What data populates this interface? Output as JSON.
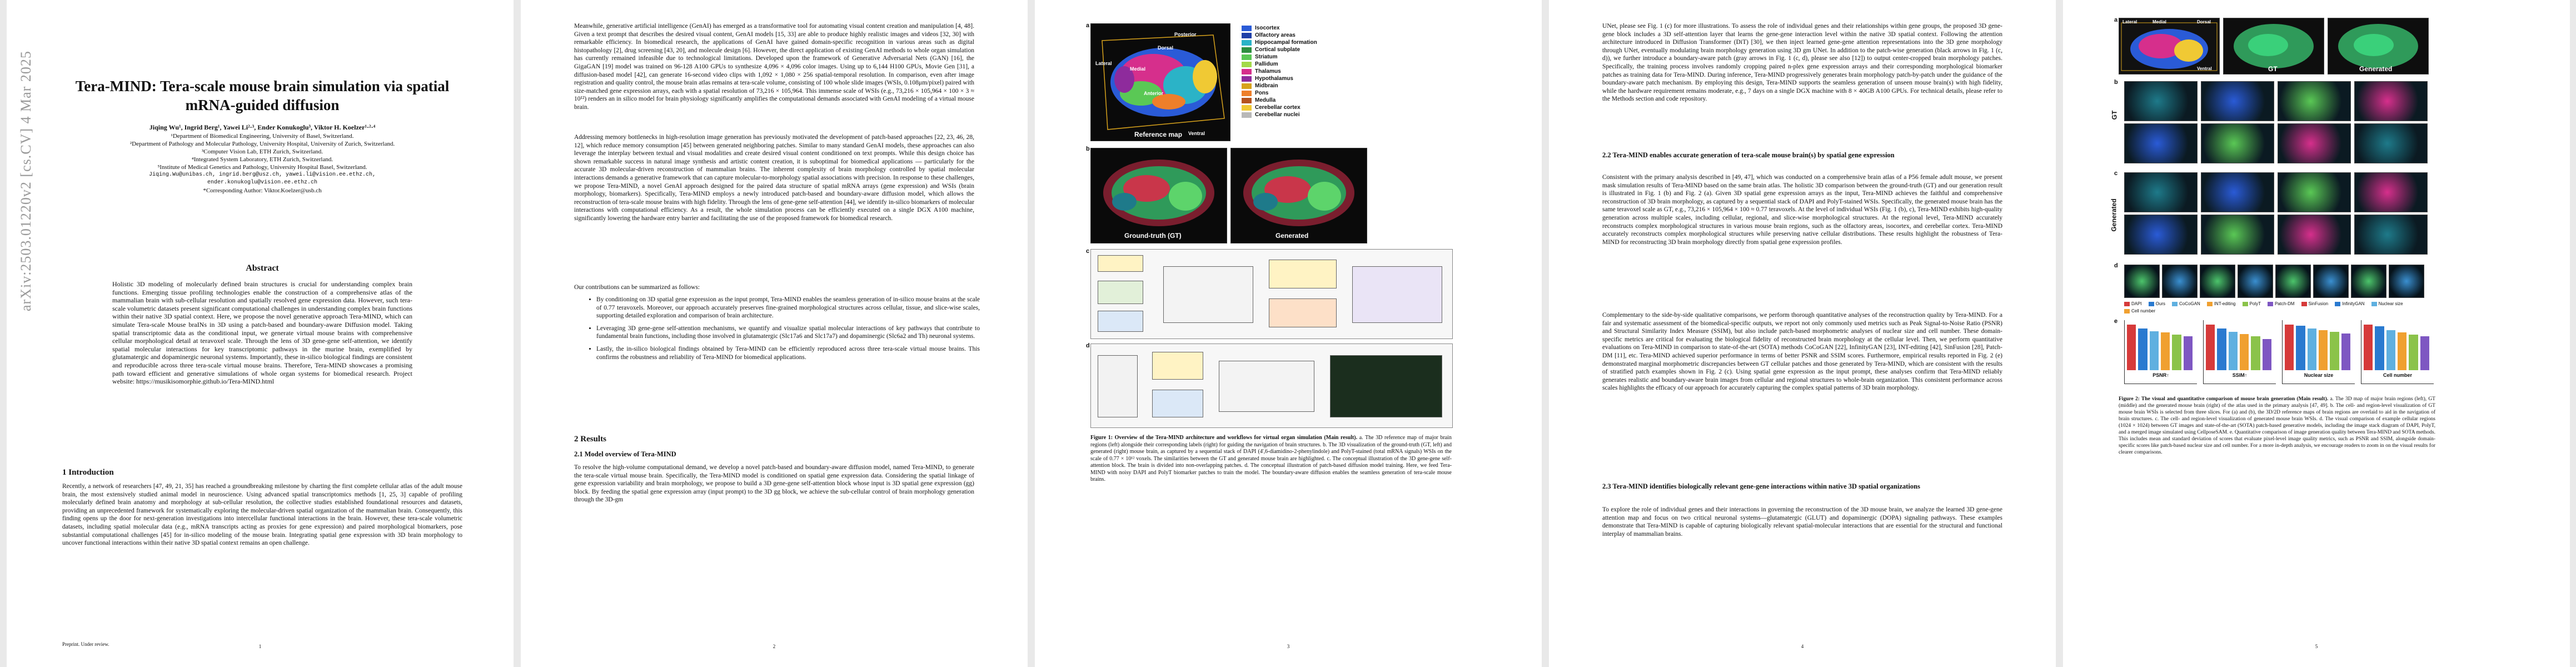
{
  "arxiv_stamp": "arXiv:2503.01220v2  [cs.CV]  4 Mar 2025",
  "page1": {
    "title": "Tera-MIND: Tera-scale mouse brain simulation via spatial mRNA-guided diffusion",
    "authors": "Jiqing Wu¹, Ingrid Berg¹, Yawei Li²·³, Ender Konukoglu³, Viktor H. Koelzer¹·²·⁴",
    "affiliations": [
      "¹Department of Biomedical Engineering, University of Basel, Switzerland.",
      "²Department of Pathology and Molecular Pathology, University Hospital, University of Zurich, Switzerland.",
      "³Computer Vision Lab, ETH Zurich, Switzerland.",
      "⁴Integrated System Laboratory, ETH Zurich, Switzerland.",
      "⁵Institute of Medical Genetics and Pathology, University Hospital Basel, Switzerland.",
      "Jiqing.Wu@unibas.ch, ingrid.berg@usz.ch, yawei.li@vision.ee.ethz.ch,",
      "ender.konukoglu@vision.ee.ethz.ch",
      "*Corresponding Author: Viktor.Koelzer@usb.ch"
    ],
    "abstract_heading": "Abstract",
    "abstract": "Holistic 3D modeling of molecularly defined brain structures is crucial for understanding complex brain functions. Emerging tissue profiling technologies enable the construction of a comprehensive atlas of the mammalian brain with sub-cellular resolution and spatially resolved gene expression data. However, such tera-scale volumetric datasets present significant computational challenges in understanding complex brain functions within their native 3D spatial context. Here, we propose the novel generative approach Tera-MIND, which can simulate Tera-scale Mouse braINs in 3D using a patch-based and boundary-aware Diffusion model. Taking spatial transcriptomic data as the conditional input, we generate virtual mouse brains with comprehensive cellular morphological detail at teravoxel scale. Through the lens of 3D gene-gene self-attention, we identify spatial molecular interactions for key transcriptomic pathways in the murine brain, exemplified by glutamatergic and dopaminergic neuronal systems. Importantly, these in-silico biological findings are consistent and reproducible across three tera-scale virtual mouse brains. Therefore, Tera-MIND showcases a promising path toward efficient and generative simulations of whole organ systems for biomedical research. Project website: https://musikisomorphie.github.io/Tera-MIND.html",
    "intro_heading": "1   Introduction",
    "intro": "Recently, a network of researchers [47, 49, 21, 35] has reached a groundbreaking milestone by charting the first complete cellular atlas of the adult mouse brain, the most extensively studied animal model in neuroscience. Using advanced spatial transcriptomics methods [1, 25, 3] capable of profiling molecularly defined brain anatomy and morphology at sub-cellular resolution, the collective studies established foundational resources and datasets, providing an unprecedented framework for systematically exploring the molecular-driven spatial organization of the mammalian brain. Consequently, this finding opens up the door for next-generation investigations into intercellular functional interactions in the brain. However, these tera-scale volumetric datasets, including spatial molecular data (e.g., mRNA transcripts acting as proxies for gene expression) and paired morphological biomarkers, pose substantial computational challenges [45] for in-silico modeling of the mouse brain. Integrating spatial gene expression with 3D brain morphology to uncover functional interactions within their native 3D spatial context remains an open challenge.",
    "footer": "Preprint. Under review.",
    "page_number": "1"
  },
  "page2": {
    "para1": "Meanwhile, generative artificial intelligence (GenAI) has emerged as a transformative tool for automating visual content creation and manipulation [4, 48]. Given a text prompt that describes the desired visual content, GenAI models [15, 33] are able to produce highly realistic images and videos [32, 30] with remarkable efficiency. In biomedical research, the applications of GenAI have gained domain-specific recognition in various areas such as digital histopathology [2], drug screening [43, 20], and molecule design [6]. However, the direct application of existing GenAI methods to whole organ simulation has currently remained infeasible due to technological limitations. Developed upon the framework of Generative Adversarial Nets (GAN) [16], the GigaGAN [19] model was trained on 96-128 A100 GPUs to synthesize 4,096 × 4,096 color images. Using up to 6,144 H100 GPUs, Movie Gen [31], a diffusion-based model [42], can generate 16-second video clips with 1,092 × 1,080 × 256 spatial-temporal resolution. In comparison, even after image registration and quality control, the mouse brain atlas remains at tera-scale volume, consisting of 100 whole slide images (WSIs, 0.108μm/pixel) paired with size-matched gene expression arrays, each with a spatial resolution of 73,216 × 105,964. This immense scale of WSIs (e.g., 73,216 × 105,964 × 100 × 3 ≈ 10¹²) renders an in silico model for brain physiology significantly amplifies the computational demands associated with GenAI modeling of a virtual mouse brain.",
    "para2": "Addressing memory bottlenecks in high-resolution image generation has previously motivated the development of patch-based approaches [22, 23, 46, 28, 12], which reduce memory consumption [45] between generated neighboring patches. Similar to many standard GenAI models, these approaches can also leverage the interplay between textual and visual modalities and create desired visual content conditioned on text prompts. While this design choice has shown remarkable success in natural image synthesis and artistic content creation, it is suboptimal for biomedical applications — particularly for the accurate 3D molecular-driven reconstruction of mammalian brains. The inherent complexity of brain morphology controlled by spatial molecular interactions demands a generative framework that can capture molecular-to-morphology spatial associations with precision. In response to these challenges, we propose Tera-MIND, a novel GenAI approach designed for the paired data structure of spatial mRNA arrays (gene expression) and WSIs (brain morphology, biomarkers). Specifically, Tera-MIND employs a newly introduced patch-based and boundary-aware diffusion model, which allows the reconstruction of tera-scale mouse brains with high fidelity. Through the lens of gene-gene self-attention [44], we identify in-silico biomarkers of molecular interactions with computational efficiency. As a result, the whole simulation process can be efficiently executed on a single DGX A100 machine, significantly lowering the hardware entry barrier and facilitating the use of the proposed framework for biomedical research.",
    "contrib_intro": "Our contributions can be summarized as follows:",
    "bullets": [
      "By conditioning on 3D spatial gene expression as the input prompt, Tera-MIND enables the seamless generation of in-silico mouse brains at the scale of 0.77 teravoxels. Moreover, our approach accurately preserves fine-grained morphological structures across cellular, tissue, and slice-wise scales, supporting detailed exploration and comparison of brain architecture.",
      "Leveraging 3D gene-gene self-attention mechanisms, we quantify and visualize spatial molecular interactions of key pathways that contribute to fundamental brain functions, including those involved in glutamatergic (Slc17a6 and Slc17a7) and dopaminergic (Slc6a2 and Th) neuronal systems.",
      "Lastly, the in-silico biological findings obtained by Tera-MIND can be efficiently reproduced across three tera-scale virtual mouse brains. This confirms the robustness and reliability of Tera-MIND for biomedical applications."
    ],
    "results_heading": "2   Results",
    "sub21": "2.1   Model overview of Tera-MIND",
    "para3": "To resolve the high-volume computational demand, we develop a novel patch-based and boundary-aware diffusion model, named Tera-MIND, to generate the tera-scale virtual mouse brain. Specifically, the Tera-MIND model is conditioned on spatial gene expression data. Considering the spatial linkage of gene expression variability and brain morphology, we propose to build a 3D gene-gene self-attention block whose input is 3D spatial gene expression (gg) block. By feeding the spatial gene expression array (input prompt) to the 3D gg block, we achieve the sub-cellular control of brain morphology generation through the 3D-gm",
    "page_number": "2"
  },
  "page3": {
    "legend": [
      {
        "label": "Isocortex",
        "color": "#2a5bd7"
      },
      {
        "label": "Olfactory areas",
        "color": "#1f3fa8"
      },
      {
        "label": "Hippocampal formation",
        "color": "#2bb3c7"
      },
      {
        "label": "Cortical subplate",
        "color": "#2e8f3f"
      },
      {
        "label": "Striatum",
        "color": "#5ac855"
      },
      {
        "label": "Pallidum",
        "color": "#a3d94a"
      },
      {
        "label": "Thalamus",
        "color": "#d62f8c"
      },
      {
        "label": "Hypothalamus",
        "color": "#8e2b9c"
      },
      {
        "label": "Midbrain",
        "color": "#d7a21c"
      },
      {
        "label": "Pons",
        "color": "#ee7f2a"
      },
      {
        "label": "Medulla",
        "color": "#b5531f"
      },
      {
        "label": "Cerebellar cortex",
        "color": "#f0c934"
      },
      {
        "label": "Cerebellar nuclei",
        "color": "#b8b8b8"
      }
    ],
    "orient_labels": [
      "Posterior",
      "Dorsal",
      "Lateral",
      "Medial",
      "Anterior",
      "Ventral"
    ],
    "ref_label": "Reference map",
    "gt_label": "Ground-truth (GT)",
    "gen_label": "Generated",
    "panel_letters": [
      "a",
      "b",
      "c",
      "d"
    ],
    "caption_title": "Figure 1: Overview of the Tera-MIND architecture and workflows for virtual organ simulation (Main result).",
    "caption": "a. The 3D reference map of major brain regions (left) alongside their corresponding labels (right) for guiding the navigation of brain structures. b. The 3D visualization of the ground-truth (GT, left) and generated (right) mouse brain, as captured by a sequential stack of DAPI (4',6-diamidino-2-phenylindole) and PolyT-stained (total mRNA signals) WSIs on the scale of 0.77 × 10¹² voxels. The similarities between the GT and generated mouse brain are highlighted. c. The conceptual illustration of the 3D gene-gene self-attention block. The brain is divided into non-overlapping patches. d. The conceptual illustration of patch-based diffusion model training. Here, we feed Tera-MIND with noisy DAPI and PolyT biomarker patches to train the model. The boundary-aware diffusion enables the seamless generation of tera-scale mouse brains.",
    "page_number": "3"
  },
  "page4": {
    "para1": "UNet, please see Fig. 1 (c) for more illustrations. To assess the role of individual genes and their relationships within gene groups, the proposed 3D gene-gene block includes a 3D self-attention layer that learns the gene-gene interaction level within the native 3D spatial context. Following the attention architecture introduced in Diffusion Transformer (DiT) [30], we then inject learned gene-gene attention representations into the 3D gene morphology through UNet, eventually modulating brain morphology generation using 3D gm UNet. In addition to the patch-wise generation (black arrows in Fig. 1 (c, d)), we further introduce a boundary-aware patch (gray arrows in Fig. 1 (c, d), please see also [12]) to output center-cropped brain morphology patches. Specifically, the training process involves randomly cropping paired n-plex gene expression arrays and their corresponding morphological biomarker patches as training data for Tera-MIND. During inference, Tera-MIND progressively generates brain morphology patch-by-patch under the guidance of the boundary-aware patch mechanism. By employing this design, Tera-MIND supports the seamless generation of unseen mouse brain(s) with high fidelity, while the hardware requirement remains moderate, e.g., 7 days on a single DGX machine with 8 × 40GB A100 GPUs. For technical details, please refer to the Methods section and code repository.",
    "sub22": "2.2   Tera-MIND enables accurate generation of tera-scale mouse brain(s) by spatial gene expression",
    "para2": "Consistent with the primary analysis described in [49, 47], which was conducted on a comprehensive brain atlas of a P56 female adult mouse, we present mask simulation results of Tera-MIND based on the same brain atlas. The holistic 3D comparison between the ground-truth (GT) and our generation result is illustrated in Fig. 1 (b) and Fig. 2 (a). Given 3D spatial gene expression arrays as the input, Tera-MIND achieves the faithful and comprehensive reconstruction of 3D brain morphology, as captured by a sequential stack of DAPI and PolyT-stained WSIs. Specifically, the generated mouse brain has the same teravoxel scale as GT, e.g., 73,216 × 105,964 × 100 ≈ 0.77 teravoxels. At the level of individual WSIs (Fig. 1 (b), c), Tera-MIND exhibits high-quality generation across multiple scales, including cellular, regional, and slice-wise morphological structures. At the regional level, Tera-MIND accurately reconstructs complex morphological structures in various mouse brain regions, such as the olfactory areas, isocortex, and cerebellar cortex. Tera-MIND accurately reconstructs complex morphological structures while preserving native cellular distributions. These results highlight the robustness of Tera-MIND for reconstructing 3D brain morphology directly from spatial gene expression profiles.",
    "para3": "Complementary to the side-by-side qualitative comparisons, we perform thorough quantitative analyses of the reconstruction quality by Tera-MIND. For a fair and systematic assessment of the biomedical-specific outputs, we report not only commonly used metrics such as Peak Signal-to-Noise Ratio (PSNR) and Structural Similarity Index Measure (SSIM), but also include patch-based morphometric analyses of nuclear size and cell number. These domain-specific metrics are critical for evaluating the biological fidelity of reconstructed brain morphology at the cellular level. Then, we perform quantitative evaluations on Tera-MIND in comparison to state-of-the-art (SOTA) methods CoCoGAN [22], InfinityGAN [23], INT-editing [42], SinFusion [28], Patch-DM [11], etc. Tera-MIND achieved superior performance in terms of better PSNR and SSIM scores. Furthermore, empirical results reported in Fig. 2 (e) demonstrated marginal morphometric discrepancies between GT cellular patches and those generated by Tera-MIND, which are consistent with the results of stratified patch examples shown in Fig. 2 (c). Using spatial gene expression as the input prompt, these analyses confirm that Tera-MIND reliably generates realistic and boundary-aware brain images from cellular and regional structures to whole-brain organization. This consistent performance across scales highlights the efficacy of our approach for accurately capturing the complex spatial patterns of 3D brain morphology.",
    "sub23": "2.3   Tera-MIND identifies biologically relevant gene-gene interactions within native 3D spatial organizations",
    "para4": "To explore the role of individual genes and their interactions in governing the reconstruction of the 3D mouse brain, we analyze the learned 3D gene-gene attention map and focus on two critical neuronal systems—glutamatergic (GLUT) and dopaminergic (DOPA) signaling pathways. These examples demonstrate that Tera-MIND is capable of capturing biologically relevant spatial-molecular interactions that are essential for the structural and functional interplay of mammalian brains.",
    "page_number": "4"
  },
  "page5": {
    "top_labels": [
      "Lateral",
      "Medial",
      "Dorsal",
      "Ventral",
      "GT",
      "Generated"
    ],
    "row_labels": [
      "GT",
      "Generated"
    ],
    "panel_letters": [
      "a",
      "b",
      "c",
      "d",
      "e"
    ],
    "legend": [
      "DAPI",
      "Ours",
      "CoCoGAN",
      "INT-editing",
      "PolyT",
      "Patch-DM",
      "SinFusion",
      "InfinityGAN",
      "Nuclear size",
      "Cell number"
    ],
    "metric_titles": [
      "PSNR↑",
      "SSIM↑",
      "Nuclear size",
      "Cell number"
    ],
    "metric_values": {
      "PSNR": [
        26.4,
        24.1,
        22.7,
        21.9,
        20.6,
        19.8
      ],
      "SSIM": [
        0.78,
        0.71,
        0.66,
        0.62,
        0.58,
        0.53
      ],
      "Nuclear size": [
        27.4,
        26.9,
        25.0,
        24.1,
        23.2,
        22.0
      ],
      "Cell number": [
        34.5,
        33.1,
        30.2,
        28.7,
        27.0,
        25.5
      ]
    },
    "bar_colors": [
      "#d63a3a",
      "#2a7ad0",
      "#5fb0e0",
      "#f0a030",
      "#8bc34a",
      "#7e57c2"
    ],
    "caption_title": "Figure 2: The visual and quantitative comparison of mouse brain generation (Main result).",
    "caption": "a. The 3D map of major brain regions (left), GT (middle) and the generated mouse brain (right) of the atlas used in the primary analysis [47, 49]. b. The cell- and region-level visualization of GT mouse brain WSIs is selected from three slices. For (a) and (b), the 3D/2D reference maps of brain regions are overlaid to aid in the navigation of brain structures. c. The cell- and region-level visualization of generated mouse brain WSIs. d. The visual comparison of example cellular regions (1024 × 1024) between GT images and state-of-the-art (SOTA) patch-based generative models, including the image stack diagram of DAPI, PolyT, and a merged image simulated using CellposeSAM. e. Quantitative comparison of image generation quality between Tera-MIND and SOTA methods. This includes mean and standard deviation of scores that evaluate pixel-level image quality metrics, such as PSNR and SSIM, alongside domain-specific scores like patch-based nuclear size and cell number. For a more in-depth analysis, we encourage readers to zoom in on the visual results for clearer comparisons.",
    "page_number": "5"
  }
}
